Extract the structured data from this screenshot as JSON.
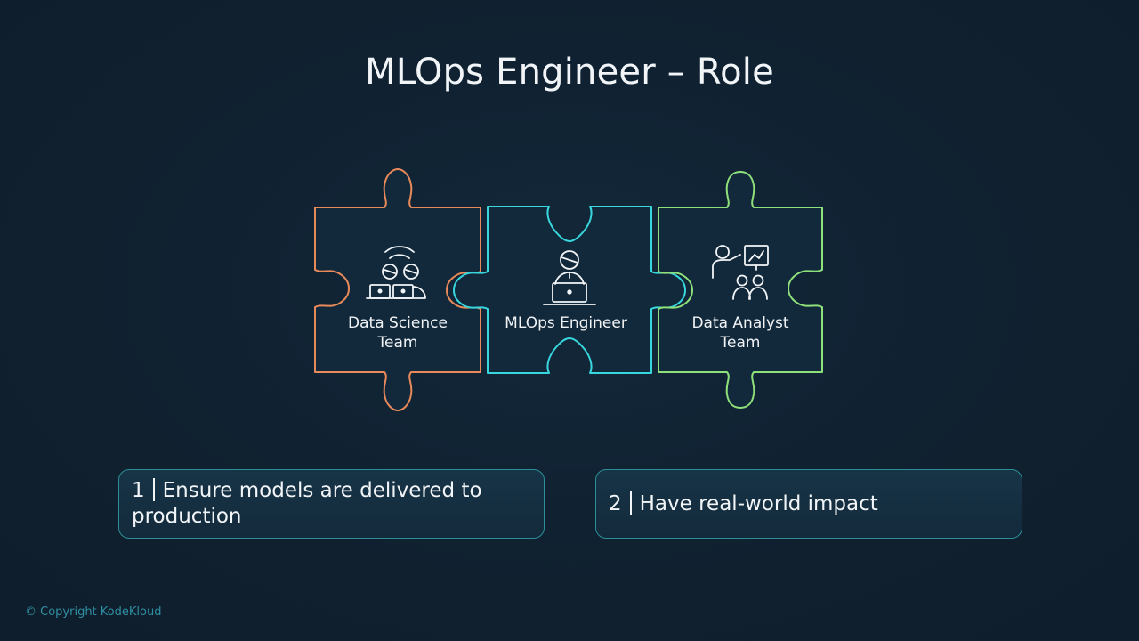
{
  "slide": {
    "title": "MLOps Engineer – Role",
    "copyright": "© Copyright KodeKloud"
  },
  "pieces": [
    {
      "label": "Data Science Team",
      "label_lines": [
        "Data Science",
        "Team"
      ],
      "icon": "team-laptops-icon",
      "color": "#e8895a"
    },
    {
      "label": "MLOps Engineer",
      "label_lines": [
        "MLOps Engineer"
      ],
      "icon": "person-laptop-icon",
      "color": "#38d6dd"
    },
    {
      "label": "Data Analyst Team",
      "label_lines": [
        "Data Analyst",
        "Team"
      ],
      "icon": "presentation-team-icon",
      "color": "#8ee07a"
    }
  ],
  "points": [
    {
      "number": "1",
      "text": "Ensure models are delivered to production"
    },
    {
      "number": "2",
      "text": "Have real-world impact"
    }
  ],
  "colors": {
    "background": "#10202f",
    "card_border": "#2a8f97",
    "copyright": "#2f8fa3"
  }
}
